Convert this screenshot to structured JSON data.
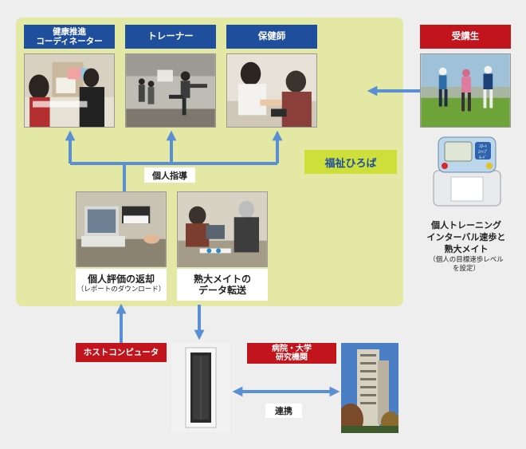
{
  "roles": {
    "health_coordinator": [
      "健康推進",
      "コーディネーター"
    ],
    "trainer": "トレーナー",
    "nurse": "保健師",
    "participants": "受講生"
  },
  "labels": {
    "individual_guidance": "個人指導",
    "welfare_plaza": "福祉ひろば",
    "evaluation_title": "個人評価の返却",
    "evaluation_sub": "（レポートのダウンロード）",
    "transfer_line1": "熟大メイトの",
    "transfer_line2": "データ転送",
    "host_computer": "ホストコンピュータ",
    "hospital_line1": "病院・大学",
    "hospital_line2": "研究機関",
    "cooperation": "連携"
  },
  "device_description": {
    "line1": "個人トレーニング",
    "line2": "インターバル速歩と",
    "line3": "熟大メイト",
    "sub1": "（個人の目標速歩レベル",
    "sub2": "を設定）"
  },
  "device_screen": {
    "line1": "ｽﾀｰﾄ",
    "line2": "ｽﾄｯﾌﾟ",
    "line3": "ﾓｰﾄﾞ"
  },
  "colors": {
    "header_blue": "#1f4f9c",
    "header_red": "#c2141c",
    "arrow_blue": "#5b8fd4",
    "panel_green": "#e3e9a4",
    "welfare_green": "#cede3a"
  }
}
